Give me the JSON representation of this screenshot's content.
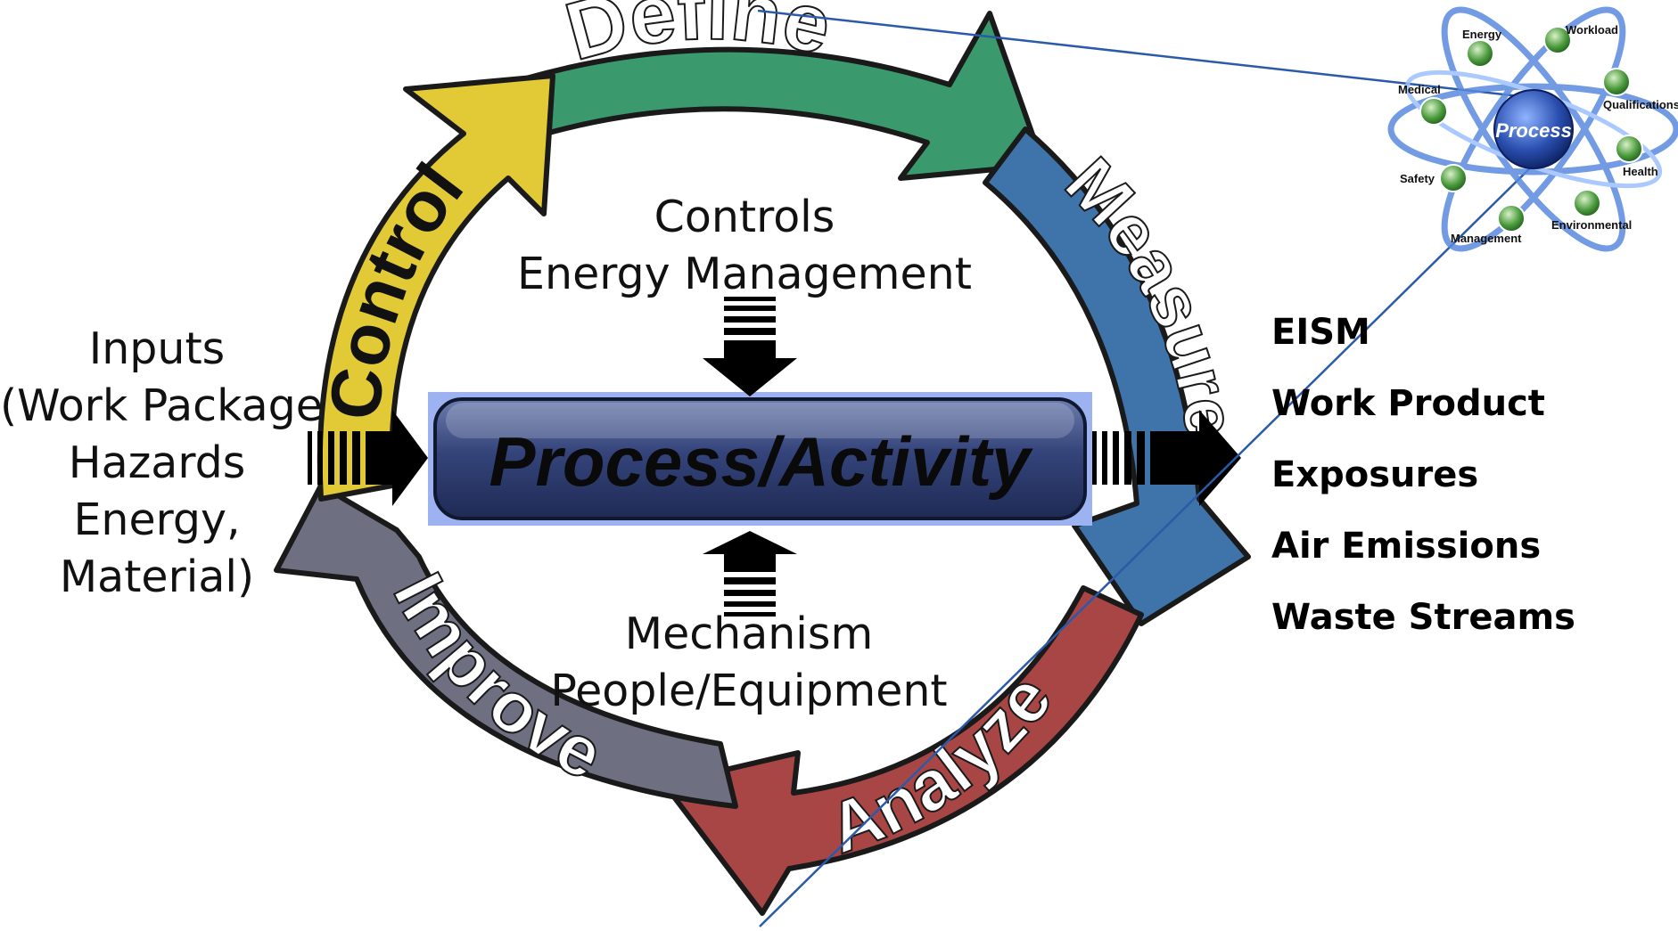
{
  "cycle": {
    "define": "Define",
    "measure": "Measure",
    "analyze": "Analyze",
    "improve": "Improve",
    "control": "Control"
  },
  "center_box": "Process/Activity",
  "inputs": [
    "Inputs",
    "(Work Package",
    "Hazards",
    "Energy,",
    "Material)"
  ],
  "controls": [
    "Controls",
    "Energy Management"
  ],
  "mechanism": [
    "Mechanism",
    "People/Equipment"
  ],
  "outputs": [
    "EISM",
    "Work Product",
    "Exposures",
    "Air Emissions",
    "Waste Streams"
  ],
  "atom": {
    "center": "Process",
    "orbit_items": [
      "Energy",
      "Workload",
      "Medical",
      "Qualifications",
      "Health",
      "Safety",
      "Environmental",
      "Management"
    ]
  },
  "colors": {
    "define": "#3a9a6e",
    "measure": "#3f74aa",
    "analyze": "#a84646",
    "improve": "#6e7082",
    "control": "#e2c936",
    "process_box": "#3a4a7e"
  }
}
